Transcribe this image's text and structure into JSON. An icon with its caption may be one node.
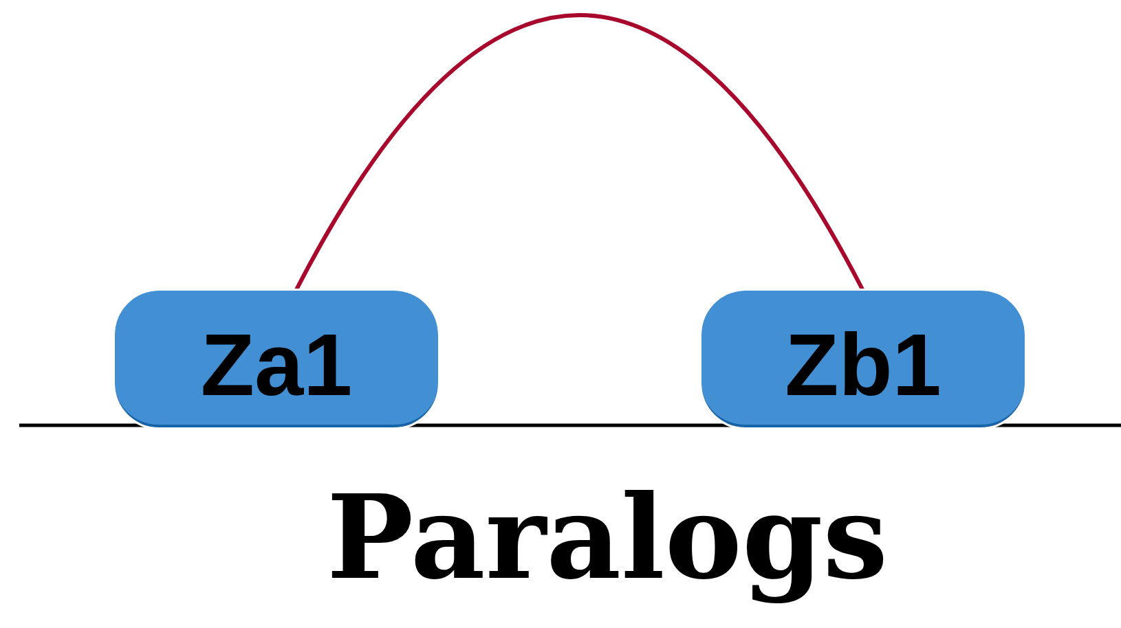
{
  "diagram": {
    "title": "Paralogs",
    "nodes": [
      {
        "text": [
          "Za1"
        ]
      },
      {
        "text": [
          "Zb1"
        ]
      }
    ],
    "edges": [
      {
        "from": 0,
        "to": 1,
        "arrow": "none",
        "color": "#a8082c"
      }
    ]
  }
}
